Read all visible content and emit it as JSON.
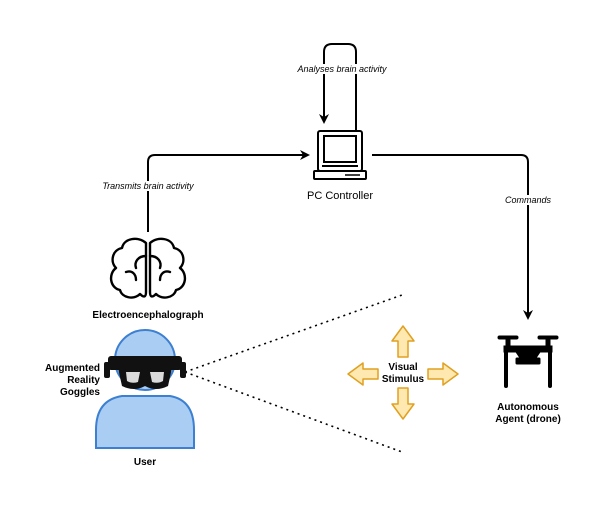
{
  "diagram": {
    "edges": {
      "self_loop_label": "Analyses brain activity",
      "eeg_to_pc_label": "Transmits brain activity",
      "pc_to_drone_label": "Commands"
    },
    "nodes": {
      "pc": "PC Controller",
      "eeg": "Electroencephalograph",
      "goggles_line1": "Augmented",
      "goggles_line2": "Reality",
      "goggles_line3": "Goggles",
      "user": "User",
      "stimulus_line1": "Visual",
      "stimulus_line2": "Stimulus",
      "drone_line1": "Autonomous",
      "drone_line2": "Agent (drone)"
    }
  },
  "colors": {
    "line": "#000000",
    "user_fill": "#a9cdf3",
    "user_stroke": "#3d7fd0",
    "arrow_fill": "#ffe9b0",
    "arrow_stroke": "#e0a020"
  },
  "icons": [
    "computer-icon",
    "brain-icon",
    "user-icon",
    "ar-goggles-icon",
    "drone-icon",
    "arrow-up-icon",
    "arrow-down-icon",
    "arrow-left-icon",
    "arrow-right-icon"
  ]
}
